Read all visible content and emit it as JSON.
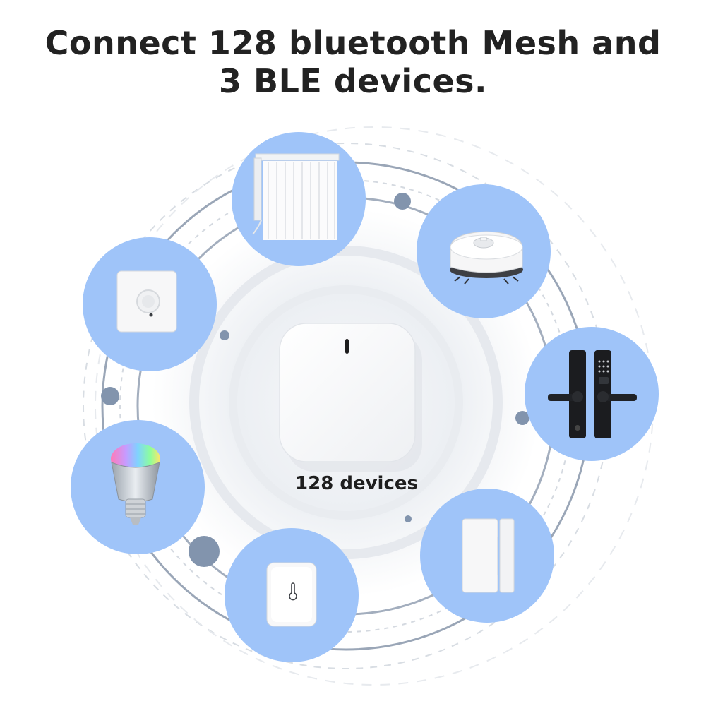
{
  "headline": {
    "line1": "Connect 128 bluetooth Mesh and",
    "line2": "3 BLE devices."
  },
  "hub": {
    "label": "128 devices",
    "icon": "gateway-hub-icon"
  },
  "devices": [
    {
      "id": "curtain",
      "icon": "curtain-motor-icon"
    },
    {
      "id": "robot-vacuum",
      "icon": "robot-vacuum-icon"
    },
    {
      "id": "smart-lock",
      "icon": "smart-door-lock-icon"
    },
    {
      "id": "door-sensor",
      "icon": "door-window-sensor-icon"
    },
    {
      "id": "temp-sensor",
      "icon": "temperature-sensor-icon"
    },
    {
      "id": "smart-bulb",
      "icon": "rgb-smart-bulb-icon"
    },
    {
      "id": "motion-sensor",
      "icon": "pir-motion-sensor-icon"
    }
  ],
  "colors": {
    "device_circle": "#9fc4f9",
    "ring": "#8d9bb0",
    "node_dot": "#8294ad",
    "headline_text": "#222222"
  }
}
